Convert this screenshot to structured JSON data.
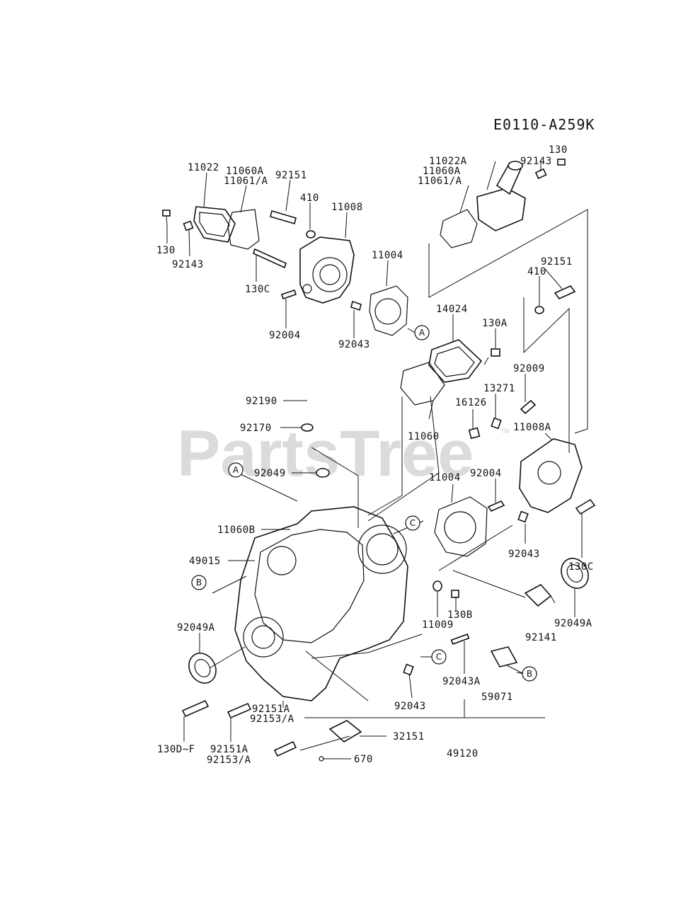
{
  "diagram": {
    "code": "E0110-A259K",
    "watermark": "PartsTree",
    "trademark": "TM"
  },
  "parts": [
    {
      "id": "p-11022-left",
      "text": "11022"
    },
    {
      "id": "p-11060a-left",
      "text": "11060A"
    },
    {
      "id": "p-11061a-left",
      "text": "11061/A"
    },
    {
      "id": "p-92151-left",
      "text": "92151"
    },
    {
      "id": "p-410-left",
      "text": "410"
    },
    {
      "id": "p-11008",
      "text": "11008"
    },
    {
      "id": "p-130-left",
      "text": "130"
    },
    {
      "id": "p-92143-left",
      "text": "92143"
    },
    {
      "id": "p-130c-left",
      "text": "130C"
    },
    {
      "id": "p-92004-left",
      "text": "92004"
    },
    {
      "id": "p-92043-upper",
      "text": "92043"
    },
    {
      "id": "p-11004-upper",
      "text": "11004"
    },
    {
      "id": "p-11022a",
      "text": "11022A"
    },
    {
      "id": "p-11060a-right",
      "text": "11060A"
    },
    {
      "id": "p-11061a-right",
      "text": "11061/A"
    },
    {
      "id": "p-92143-right",
      "text": "92143"
    },
    {
      "id": "p-130-right",
      "text": "130"
    },
    {
      "id": "p-92151-right",
      "text": "92151"
    },
    {
      "id": "p-410-right",
      "text": "410"
    },
    {
      "id": "p-14024",
      "text": "14024"
    },
    {
      "id": "p-130a",
      "text": "130A"
    },
    {
      "id": "p-92009",
      "text": "92009"
    },
    {
      "id": "p-13271",
      "text": "13271"
    },
    {
      "id": "p-16126",
      "text": "16126"
    },
    {
      "id": "p-92190",
      "text": "92190"
    },
    {
      "id": "p-92170",
      "text": "92170"
    },
    {
      "id": "p-11060",
      "text": "11060"
    },
    {
      "id": "p-11008a",
      "text": "11008A"
    },
    {
      "id": "p-92049",
      "text": "92049"
    },
    {
      "id": "p-11004-lower",
      "text": "11004"
    },
    {
      "id": "p-92004-right",
      "text": "92004"
    },
    {
      "id": "p-11060b",
      "text": "11060B"
    },
    {
      "id": "p-49015",
      "text": "49015"
    },
    {
      "id": "p-92043-right",
      "text": "92043"
    },
    {
      "id": "p-130c-right",
      "text": "130C"
    },
    {
      "id": "p-92049a-left",
      "text": "92049A"
    },
    {
      "id": "p-11009",
      "text": "11009"
    },
    {
      "id": "p-130b",
      "text": "130B"
    },
    {
      "id": "p-92141",
      "text": "92141"
    },
    {
      "id": "p-92049a-right",
      "text": "92049A"
    },
    {
      "id": "p-92043a",
      "text": "92043A"
    },
    {
      "id": "p-92043-lower",
      "text": "92043"
    },
    {
      "id": "p-59071",
      "text": "59071"
    },
    {
      "id": "p-92151a-mid",
      "text": "92151A"
    },
    {
      "id": "p-92153a-mid",
      "text": "92153/A"
    },
    {
      "id": "p-130d-f",
      "text": "130D~F"
    },
    {
      "id": "p-92151a-low",
      "text": "92151A"
    },
    {
      "id": "p-92153a-low",
      "text": "92153/A"
    },
    {
      "id": "p-32151",
      "text": "32151"
    },
    {
      "id": "p-670",
      "text": "670"
    },
    {
      "id": "p-49120",
      "text": "49120"
    }
  ],
  "refs": [
    {
      "id": "ref-a-upper",
      "text": "A"
    },
    {
      "id": "ref-a-crankcase",
      "text": "A"
    },
    {
      "id": "ref-b-left",
      "text": "B"
    },
    {
      "id": "ref-b-right",
      "text": "B"
    },
    {
      "id": "ref-c-upper",
      "text": "C"
    },
    {
      "id": "ref-c-lower",
      "text": "C"
    }
  ]
}
